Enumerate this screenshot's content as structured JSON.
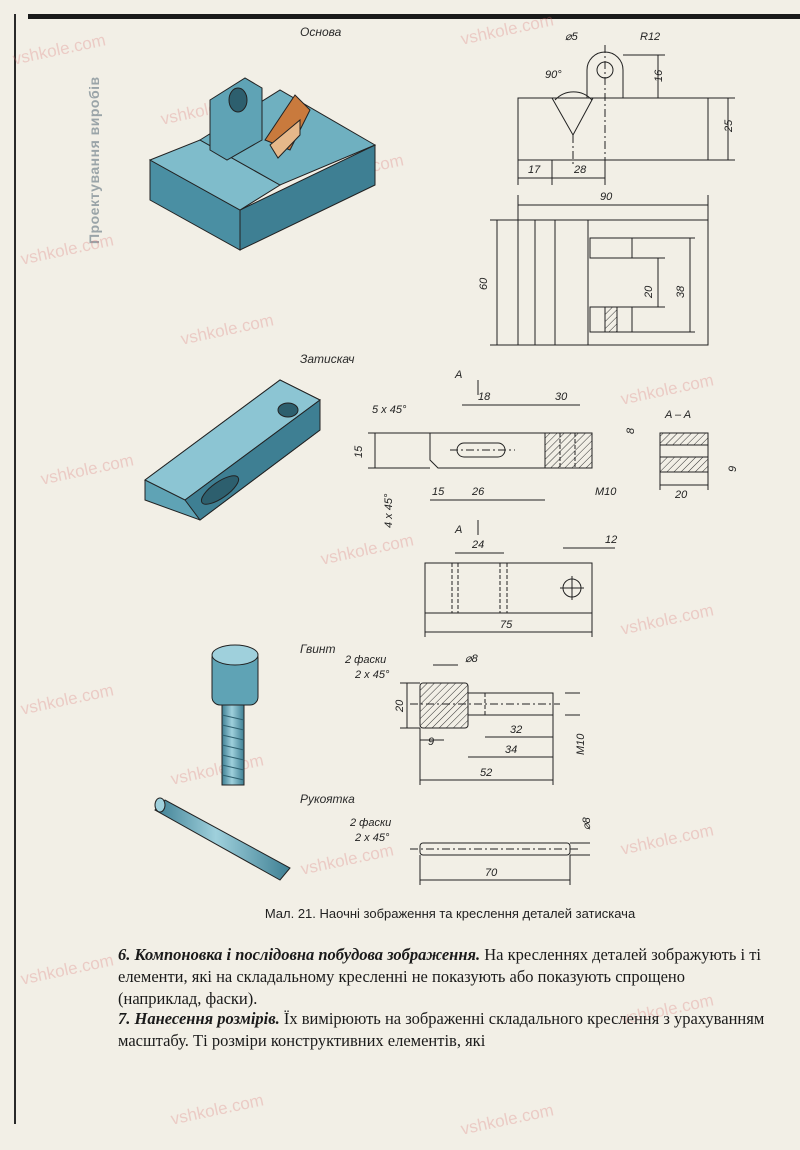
{
  "running_head": "Проектування виробів",
  "watermark": "vshkole.com",
  "labels": {
    "base": "Основа",
    "clamp": "Затискач",
    "screw": "Гвинт",
    "handle": "Рукоятка"
  },
  "dims": {
    "d5": "⌀5",
    "r12": "R12",
    "a90": "90°",
    "h16": "16",
    "h25": "25",
    "w17": "17",
    "w28": "28",
    "w90": "90",
    "h60": "60",
    "h20": "20",
    "h38": "38",
    "secA": "A",
    "chamf5": "5 x 45°",
    "w18": "18",
    "w30": "30",
    "secAA": "A – A",
    "h8": "8",
    "h15": "15",
    "h9": "9",
    "chamf4": "4 x 45°",
    "w15": "15",
    "w26": "26",
    "m10": "M10",
    "w20": "20",
    "w24": "24",
    "w12": "12",
    "w75": "75",
    "screw_chamf_count": "2 фаски",
    "screw_chamf": "2 x 45°",
    "screw_d8": "⌀8",
    "screw_h20": "20",
    "screw_9": "9",
    "screw_32": "32",
    "screw_34": "34",
    "screw_52": "52",
    "screw_m10": "M10",
    "handle_chamf_count": "2 фаски",
    "handle_chamf": "2 x 45°",
    "handle_d8": "⌀8",
    "handle_70": "70"
  },
  "caption": "Мал. 21. Наочні зображення та креслення деталей затискача",
  "paragraphs": [
    {
      "heading": "6. Компоновка і послідовна побудова зображення.",
      "text": " На кресленнях деталей зображують і ті елементи, які на складальному кресленні не показують або показують спрощено (наприклад, фаски)."
    },
    {
      "heading": "7. Нанесення розмірів.",
      "text": " Їх вимірюють на зображенні складального креслення з урахуванням масштабу. Ті розміри конструктивних елементів, які"
    }
  ],
  "colors": {
    "part_fill": "#5fa3b5",
    "part_dark": "#3e7f93",
    "hatch": "#c97a3d",
    "line": "#222222"
  }
}
